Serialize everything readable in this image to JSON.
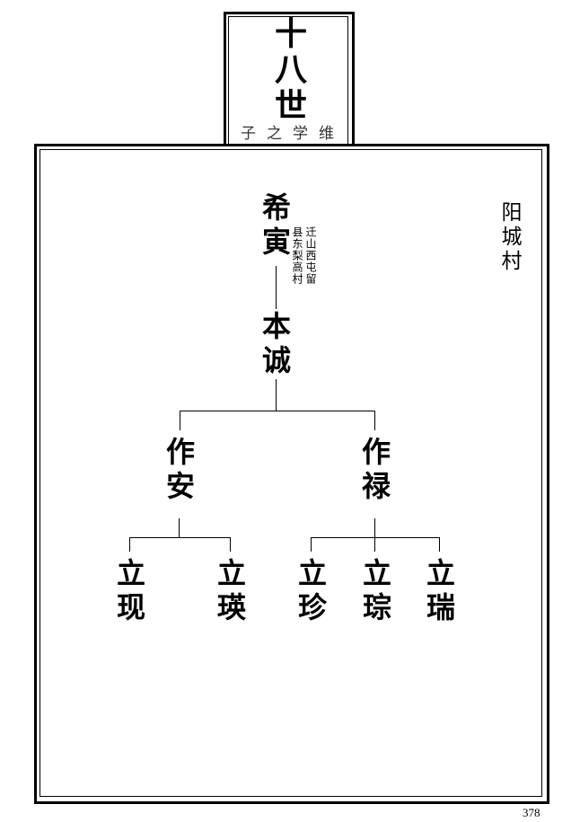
{
  "header": {
    "generation": "十八世",
    "branch": "子之学维"
  },
  "village": "阳城村",
  "tree": {
    "root": {
      "name": "希寅",
      "note_col1": "迁山西屯留",
      "note_col2": "县东梨高村"
    },
    "gen2": {
      "name": "本诚"
    },
    "gen3": [
      {
        "name": "作安"
      },
      {
        "name": "作禄"
      }
    ],
    "gen4": [
      {
        "name": "立现"
      },
      {
        "name": "立瑛"
      },
      {
        "name": "立珍"
      },
      {
        "name": "立琮"
      },
      {
        "name": "立瑞"
      }
    ]
  },
  "page_number": "378"
}
